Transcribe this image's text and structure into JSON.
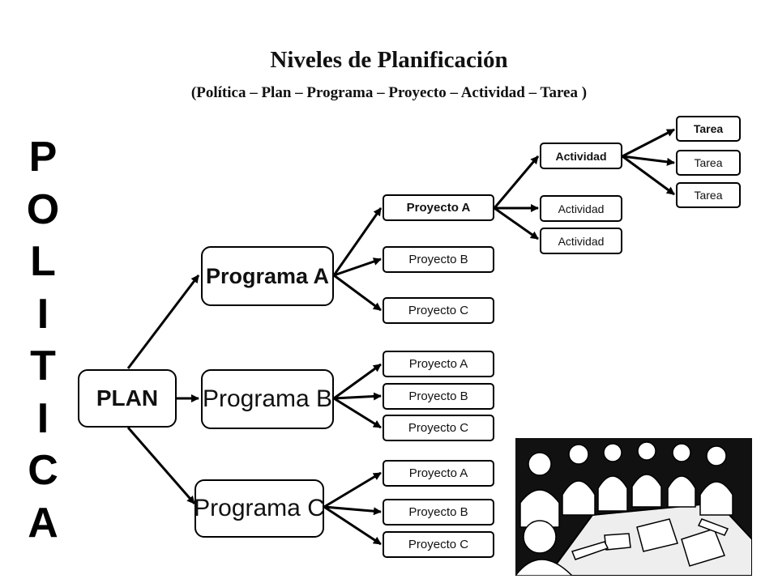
{
  "title": "Niveles de Planificación",
  "subtitle": "(Política – Plan – Programa – Proyecto – Actividad – Tarea )",
  "politica_letters": [
    "P",
    "O",
    "L",
    "I",
    "T",
    "I",
    "C",
    "A"
  ],
  "plan": "PLAN",
  "programas": [
    {
      "label": "Programa A",
      "proyectos": [
        "Proyecto A",
        "Proyecto B",
        "Proyecto C"
      ]
    },
    {
      "label": "Programa B",
      "proyectos": [
        "Proyecto A",
        "Proyecto B",
        "Proyecto C"
      ]
    },
    {
      "label": "Programa C",
      "proyectos": [
        "Proyecto A",
        "Proyecto B",
        "Proyecto C"
      ]
    }
  ],
  "actividades": [
    "Actividad",
    "Actividad",
    "Actividad"
  ],
  "tareas": [
    "Tarea",
    "Tarea",
    "Tarea"
  ],
  "image": {
    "icon": "meeting-people-illustration"
  }
}
